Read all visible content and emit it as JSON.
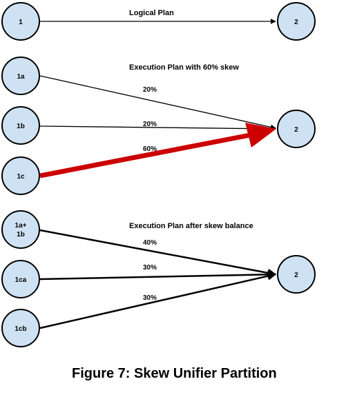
{
  "sections": {
    "logical": {
      "title": "Logical Plan",
      "nodes": {
        "src": "1",
        "dst": "2"
      }
    },
    "skew": {
      "title": "Execution Plan with 60% skew",
      "nodes": {
        "a": "1a",
        "b": "1b",
        "c": "1c",
        "dst": "2"
      },
      "edges": {
        "a": "20%",
        "b": "20%",
        "c": "60%"
      },
      "skewed_edge_color": "#cc0000"
    },
    "balanced": {
      "title": "Execution Plan after skew balance",
      "nodes": {
        "ab_line1": "1a+",
        "ab_line2": "1b",
        "ca": "1ca",
        "cb": "1cb",
        "dst": "2"
      },
      "edges": {
        "ab": "40%",
        "ca": "30%",
        "cb": "30%"
      }
    }
  },
  "caption": "Figure 7: Skew Unifier Partition",
  "colors": {
    "node_fill": "#cfe2f3",
    "stroke": "#000000"
  }
}
